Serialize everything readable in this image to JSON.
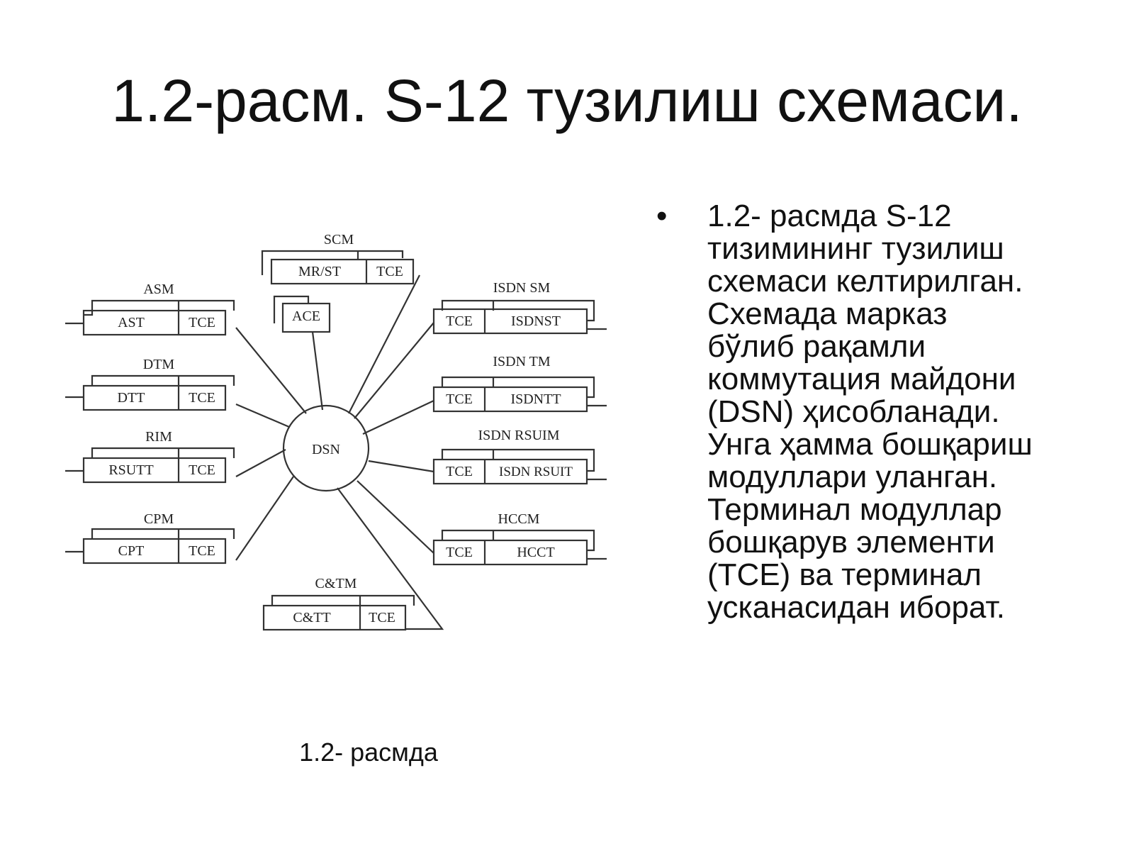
{
  "title": "1.2-расм. S-12 тузилиш схемаси.",
  "bullet": {
    "symbol": "•",
    "lines": [
      "1.2- расмда S-12",
      "тизимининг тузилиш",
      "схемаси келтирилган.",
      "Схемада марказ",
      "бўлиб рақамли",
      "коммутация майдони",
      "(DSN) ҳисобланади.",
      "Унга ҳамма бошқариш",
      "модуллари уланган.",
      "Терминал модуллар",
      "бошқарув элементи",
      "(TCE) ва терминал",
      "усканасидан иборат."
    ]
  },
  "caption": "1.2- расмда",
  "diagram": {
    "center": "DSN",
    "ace": "ACE",
    "modules": {
      "scm": {
        "name": "SCM",
        "unit": "MR/ST",
        "tce": "TCE"
      },
      "asm": {
        "name": "ASM",
        "unit": "AST",
        "tce": "TCE"
      },
      "dtm": {
        "name": "DTM",
        "unit": "DTT",
        "tce": "TCE"
      },
      "rim": {
        "name": "RIM",
        "unit": "RSUTT",
        "tce": "TCE"
      },
      "cpm": {
        "name": "CPM",
        "unit": "CPT",
        "tce": "TCE"
      },
      "ctm": {
        "name": "C&TM",
        "unit": "C&TT",
        "tce": "TCE"
      },
      "isdnsm": {
        "name": "ISDN SM",
        "unit": "ISDNST",
        "tce": "TCE"
      },
      "isdntm": {
        "name": "ISDN TM",
        "unit": "ISDNTT",
        "tce": "TCE"
      },
      "isdnrsuim": {
        "name": "ISDN RSUIM",
        "unit": "ISDN RSUIT",
        "tce": "TCE"
      },
      "hccm": {
        "name": "HCCM",
        "unit": "HCCT",
        "tce": "TCE"
      }
    }
  }
}
